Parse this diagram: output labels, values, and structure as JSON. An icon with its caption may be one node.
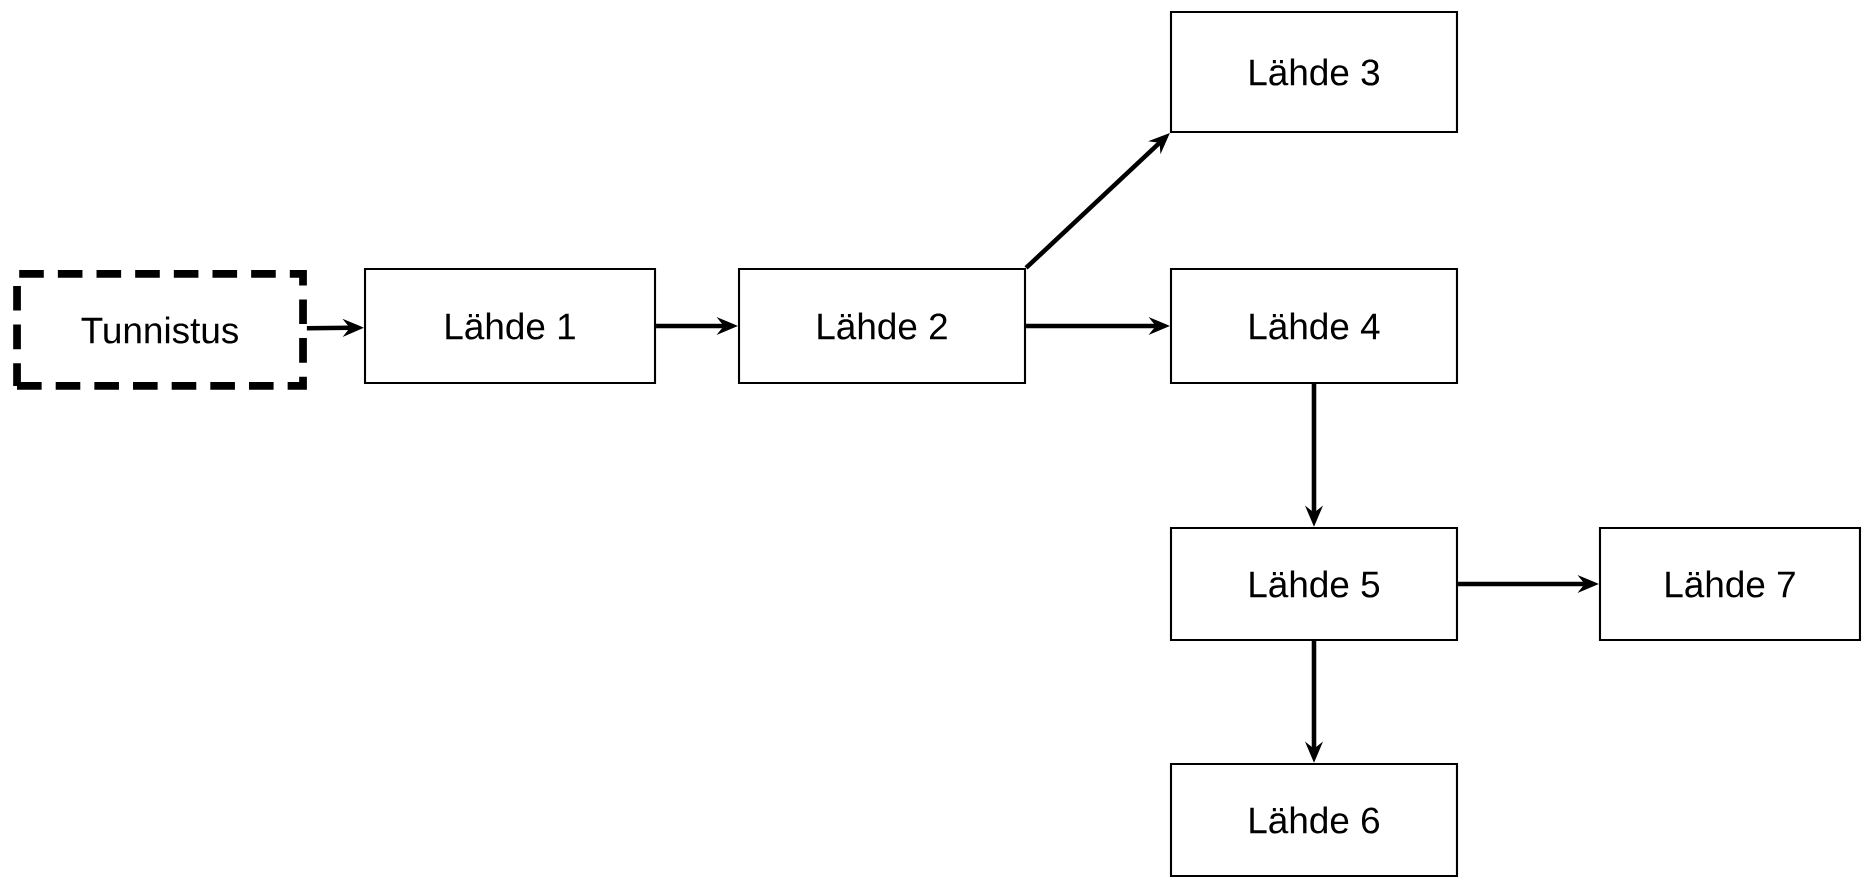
{
  "diagram": {
    "nodes": [
      {
        "text": [
          "Tunnistus"
        ]
      },
      {
        "text": [
          "Lähde 1"
        ]
      },
      {
        "text": [
          "Lähde 2"
        ]
      },
      {
        "text": [
          "Lähde 3"
        ]
      },
      {
        "text": [
          "Lähde 4"
        ]
      },
      {
        "text": [
          "Lähde 5"
        ]
      },
      {
        "text": [
          "Lähde 6"
        ]
      },
      {
        "text": [
          "Lähde 7"
        ]
      }
    ],
    "edges": [
      {
        "from": 0,
        "to": 1,
        "arrow": "to"
      },
      {
        "from": 1,
        "to": 2,
        "arrow": "to"
      },
      {
        "from": 2,
        "to": 3,
        "arrow": "to"
      },
      {
        "from": 2,
        "to": 4,
        "arrow": "to"
      },
      {
        "from": 4,
        "to": 5,
        "arrow": "to"
      },
      {
        "from": 5,
        "to": 7,
        "arrow": "to"
      },
      {
        "from": 5,
        "to": 6,
        "arrow": "to"
      }
    ]
  }
}
